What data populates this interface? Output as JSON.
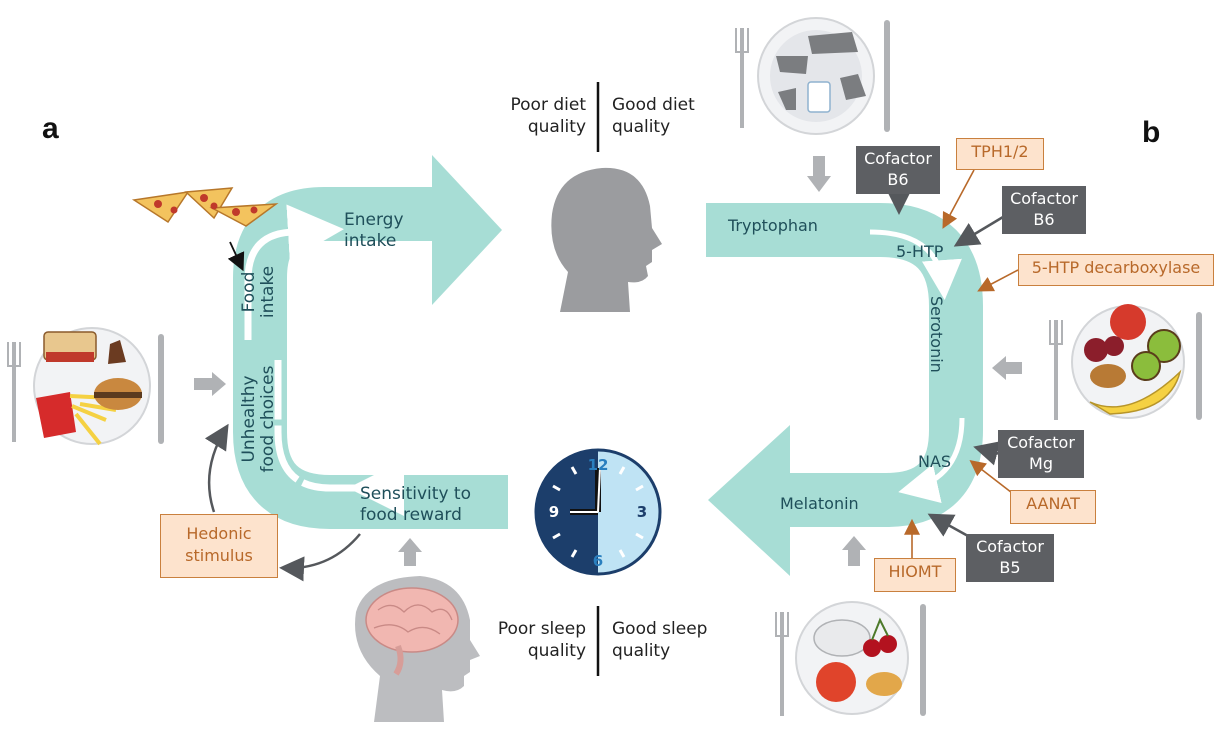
{
  "panels": {
    "a": "a",
    "b": "b"
  },
  "panel_a": {
    "energy_intake": [
      "Energy",
      "intake"
    ],
    "food_intake": [
      "Food",
      "intake"
    ],
    "unhealthy_choices": [
      "Unhealthy",
      "food choices"
    ],
    "sensitivity": [
      "Sensitivity to",
      "food reward"
    ],
    "hedonic": [
      "Hedonic",
      "stimulus"
    ]
  },
  "diet_quality": {
    "poor": [
      "Poor diet",
      "quality"
    ],
    "good": [
      "Good diet",
      "quality"
    ]
  },
  "sleep_quality": {
    "poor": [
      "Poor sleep",
      "quality"
    ],
    "good": [
      "Good sleep",
      "quality"
    ]
  },
  "clock": {
    "n12": "12",
    "n3": "3",
    "n6": "6",
    "n9": "9"
  },
  "panel_b": {
    "tryptophan": "Tryptophan",
    "htp": "5-HTP",
    "serotonin": "Serotonin",
    "nas": "NAS",
    "melatonin": "Melatonin"
  },
  "enzymes": {
    "tph": "TPH1/2",
    "decarboxylase": "5-HTP decarboxylase",
    "aanat": "AANAT",
    "hiomt": "HIOMT"
  },
  "cofactors": {
    "b6_top": [
      "Cofactor",
      "B6"
    ],
    "b6_second": [
      "Cofactor",
      "B6"
    ],
    "mg": [
      "Cofactor",
      "Mg"
    ],
    "b5": [
      "Cofactor",
      "B5"
    ]
  },
  "colors": {
    "flow_teal": "#a7ddd5",
    "flow_text": "#1f4f5a",
    "enzyme_fill": "#fde3cd",
    "enzyme_border": "#c9803e",
    "cofactor_fill": "#5d5f63",
    "clock_dark": "#1c3e6b",
    "clock_light": "#bfe3f4"
  },
  "icons": [
    "pizza-icon",
    "junk-food-plate-icon",
    "animal-protein-plate-icon",
    "fruit-plate-icon",
    "rice-cherry-plate-icon",
    "head-silhouette-icon",
    "brain-head-icon",
    "clock-icon"
  ]
}
